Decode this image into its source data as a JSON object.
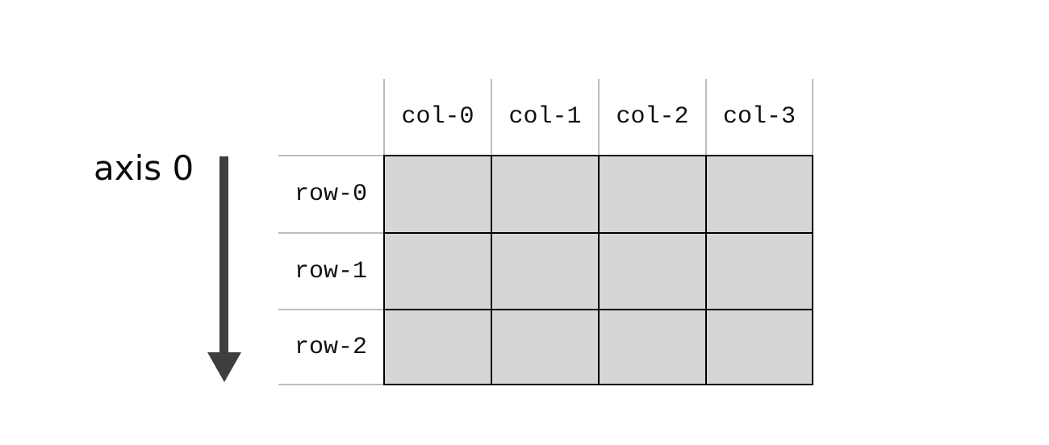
{
  "annotation": {
    "axis_label": "axis 0",
    "arrow_direction": "down"
  },
  "table": {
    "columns": [
      "col-0",
      "col-1",
      "col-2",
      "col-3"
    ],
    "rows": [
      "row-0",
      "row-1",
      "row-2"
    ],
    "cells_empty": true
  },
  "colors": {
    "cell_fill": "#d6d6d6",
    "grid_dark": "#000000",
    "grid_light": "#bdbdbd",
    "arrow": "#3e3e3e",
    "text": "#0a0a0a",
    "background": "#ffffff"
  }
}
